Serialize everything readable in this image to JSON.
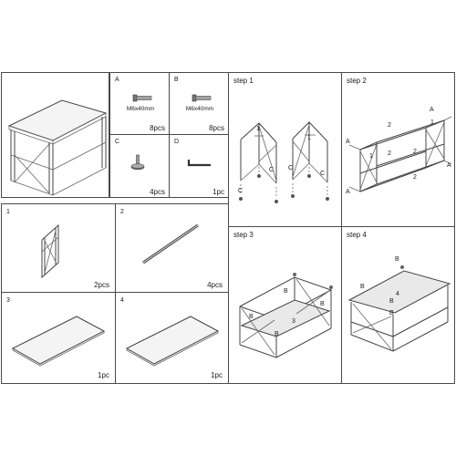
{
  "parts": {
    "A": {
      "letter": "A",
      "spec": "M6x40mm",
      "qty": "8pcs"
    },
    "B": {
      "letter": "B",
      "spec": "M6x40mm",
      "qty": "8pcs"
    },
    "C": {
      "letter": "C",
      "qty": "4pcs"
    },
    "D": {
      "letter": "D",
      "qty": "1pc"
    },
    "p1": {
      "num": "1",
      "qty": "2pcs"
    },
    "p2": {
      "num": "2",
      "qty": "4pcs"
    },
    "p3": {
      "num": "3",
      "qty": "1pc"
    },
    "p4": {
      "num": "4",
      "qty": "1pc"
    }
  },
  "steps": {
    "s1": {
      "title": "step 1",
      "callouts": [
        "1",
        "1",
        "C",
        "C",
        "C",
        "C"
      ]
    },
    "s2": {
      "title": "step 2",
      "callouts": [
        "A",
        "A",
        "A",
        "A",
        "1",
        "1",
        "2",
        "2",
        "2",
        "2"
      ]
    },
    "s3": {
      "title": "step 3",
      "callouts": [
        "B",
        "B",
        "B",
        "B",
        "3"
      ]
    },
    "s4": {
      "title": "step 4",
      "callouts": [
        "B",
        "B",
        "B",
        "B",
        "4"
      ]
    }
  }
}
